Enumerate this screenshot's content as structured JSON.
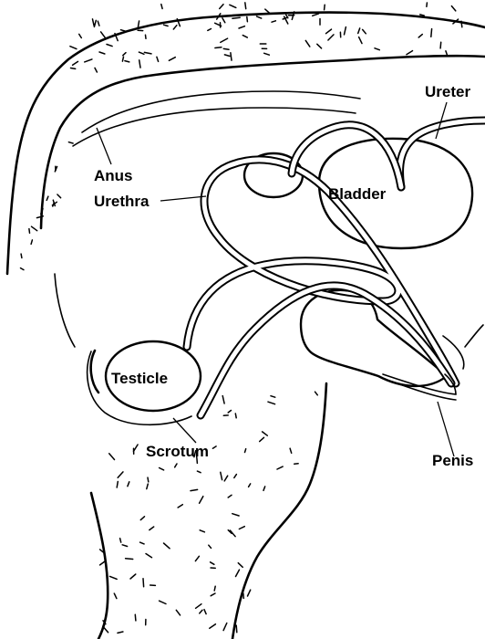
{
  "labels": {
    "ureter": "Ureter",
    "anus": "Anus",
    "urethra": "Urethra",
    "bladder": "Bladder",
    "testicle": "Testicle",
    "scrotum": "Scrotum",
    "penis": "Penis"
  },
  "colors": {
    "line": "#000000",
    "background": "#ffffff"
  }
}
